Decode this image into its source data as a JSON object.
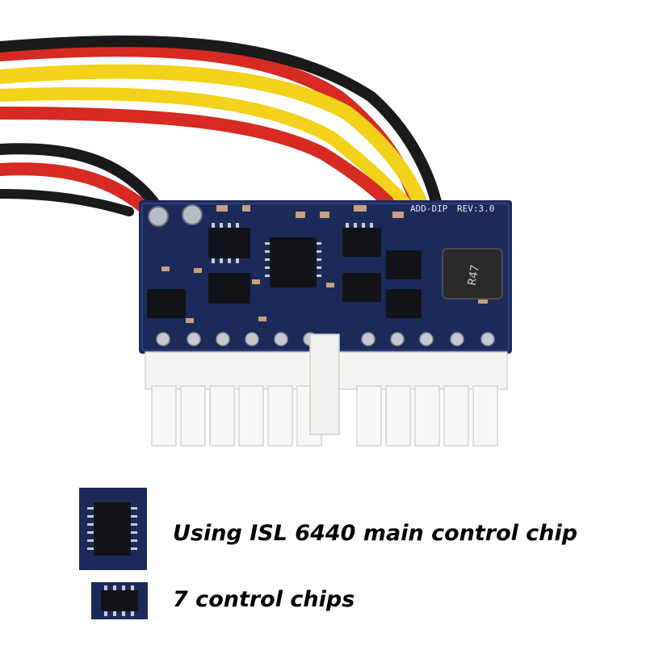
{
  "photo": {
    "board_silkscreen_top": "ADD-DIP",
    "board_revision": "REV:3.0",
    "inductor_marking": "R47",
    "colors": {
      "board": "#1c2a5a",
      "wire_red": "#d62a22",
      "wire_yellow": "#f2d21a",
      "wire_black": "#1a1a1a",
      "connector": "#f4f4f2"
    }
  },
  "captions": {
    "main_chip": "Using ISL 6440 main control chip",
    "control_chips": "7 control chips"
  },
  "icons": {
    "main_chip_thumb": "tssop-chip-icon",
    "control_chip_thumb": "soic-chip-icon"
  }
}
